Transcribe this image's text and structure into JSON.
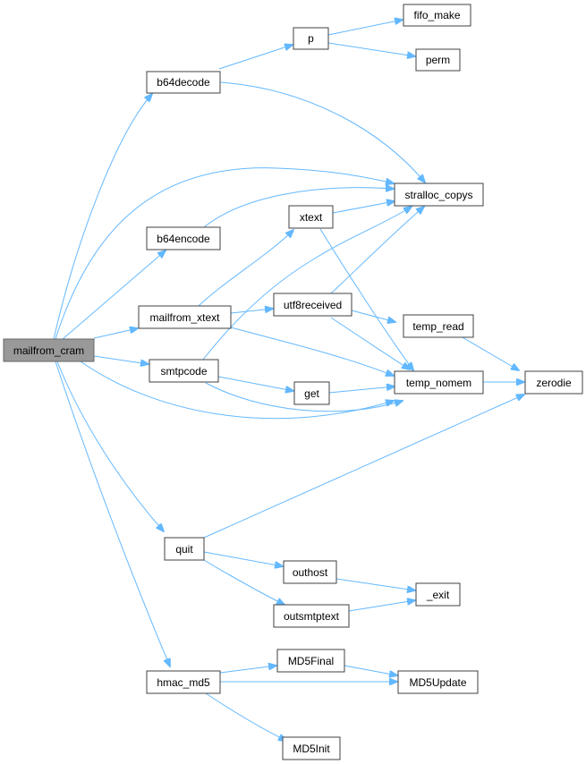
{
  "colors": {
    "edge": "#63b8ff",
    "node_border": "#404040",
    "root_fill": "#999999"
  },
  "nodes": {
    "mailfrom_cram": "mailfrom_cram",
    "b64decode": "b64decode",
    "p": "p",
    "fifo_make": "fifo_make",
    "perm": "perm",
    "stralloc_copys": "stralloc_copys",
    "b64encode": "b64encode",
    "xtext": "xtext",
    "mailfrom_xtext": "mailfrom_xtext",
    "utf8received": "utf8received",
    "temp_read": "temp_read",
    "smtpcode": "smtpcode",
    "temp_nomem": "temp_nomem",
    "zerodie": "zerodie",
    "get": "get",
    "quit": "quit",
    "outhost": "outhost",
    "outsmtptext": "outsmtptext",
    "_exit": "_exit",
    "hmac_md5": "hmac_md5",
    "MD5Final": "MD5Final",
    "MD5Update": "MD5Update",
    "MD5Init": "MD5Init"
  }
}
